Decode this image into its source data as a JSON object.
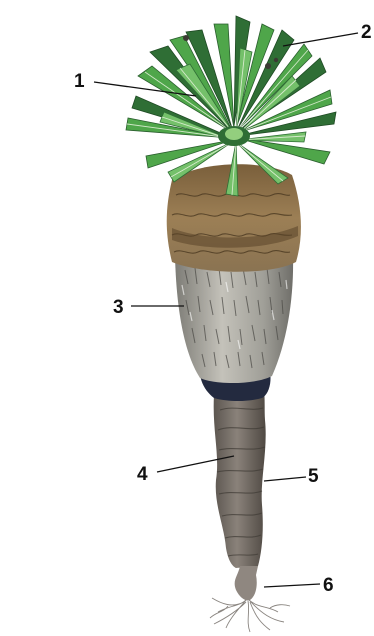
{
  "callouts": [
    {
      "id": "1",
      "number": "1"
    },
    {
      "id": "2",
      "number": "2"
    },
    {
      "id": "3",
      "number": "3"
    },
    {
      "id": "4",
      "number": "4"
    },
    {
      "id": "5",
      "number": "5"
    },
    {
      "id": "6",
      "number": "6"
    }
  ],
  "colors": {
    "leaf": "#4fa64a",
    "leaf_dark": "#2f6e35",
    "leaf_light": "#93cf7e",
    "leaf_edge": "#e8f2dd",
    "sheath_brown": "#8d6e43",
    "sheath_dark": "#5a4328",
    "fiber_gray": "#a9a8a0",
    "collar_navy": "#232a3f",
    "root_gray": "#7a726a",
    "root_dark": "#4f4943",
    "rootlet": "#8a8580",
    "label": "#111111"
  }
}
